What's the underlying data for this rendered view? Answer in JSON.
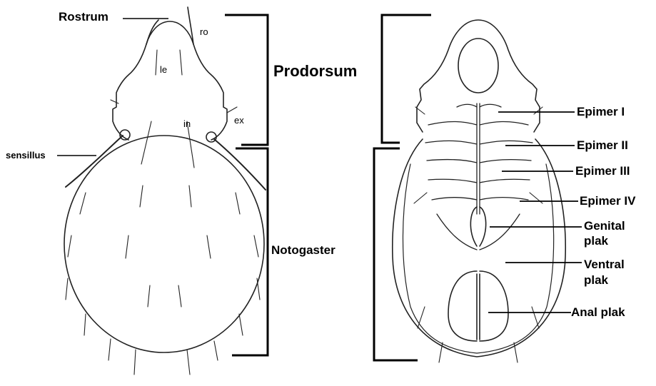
{
  "dorsal_view": {
    "labels": {
      "rostrum": "Rostrum",
      "ro": "ro",
      "le": "le",
      "ex": "ex",
      "in": "in",
      "sensillus": "sensillus"
    }
  },
  "regions": {
    "prodorsum": "Prodorsum",
    "notogaster": "Notogaster"
  },
  "ventral_view": {
    "labels": {
      "epimer_1": "Epimer I",
      "epimer_2": "Epimer II",
      "epimer_3": "Epimer III",
      "epimer_4": "Epimer IV",
      "genital_line1": "Genital",
      "genital_line2": "plak",
      "ventral_line1": "Ventral",
      "ventral_line2": "plak",
      "anal": "Anal plak"
    }
  },
  "colors": {
    "ink": "#000000",
    "outline": "#222222",
    "background": "#ffffff"
  }
}
